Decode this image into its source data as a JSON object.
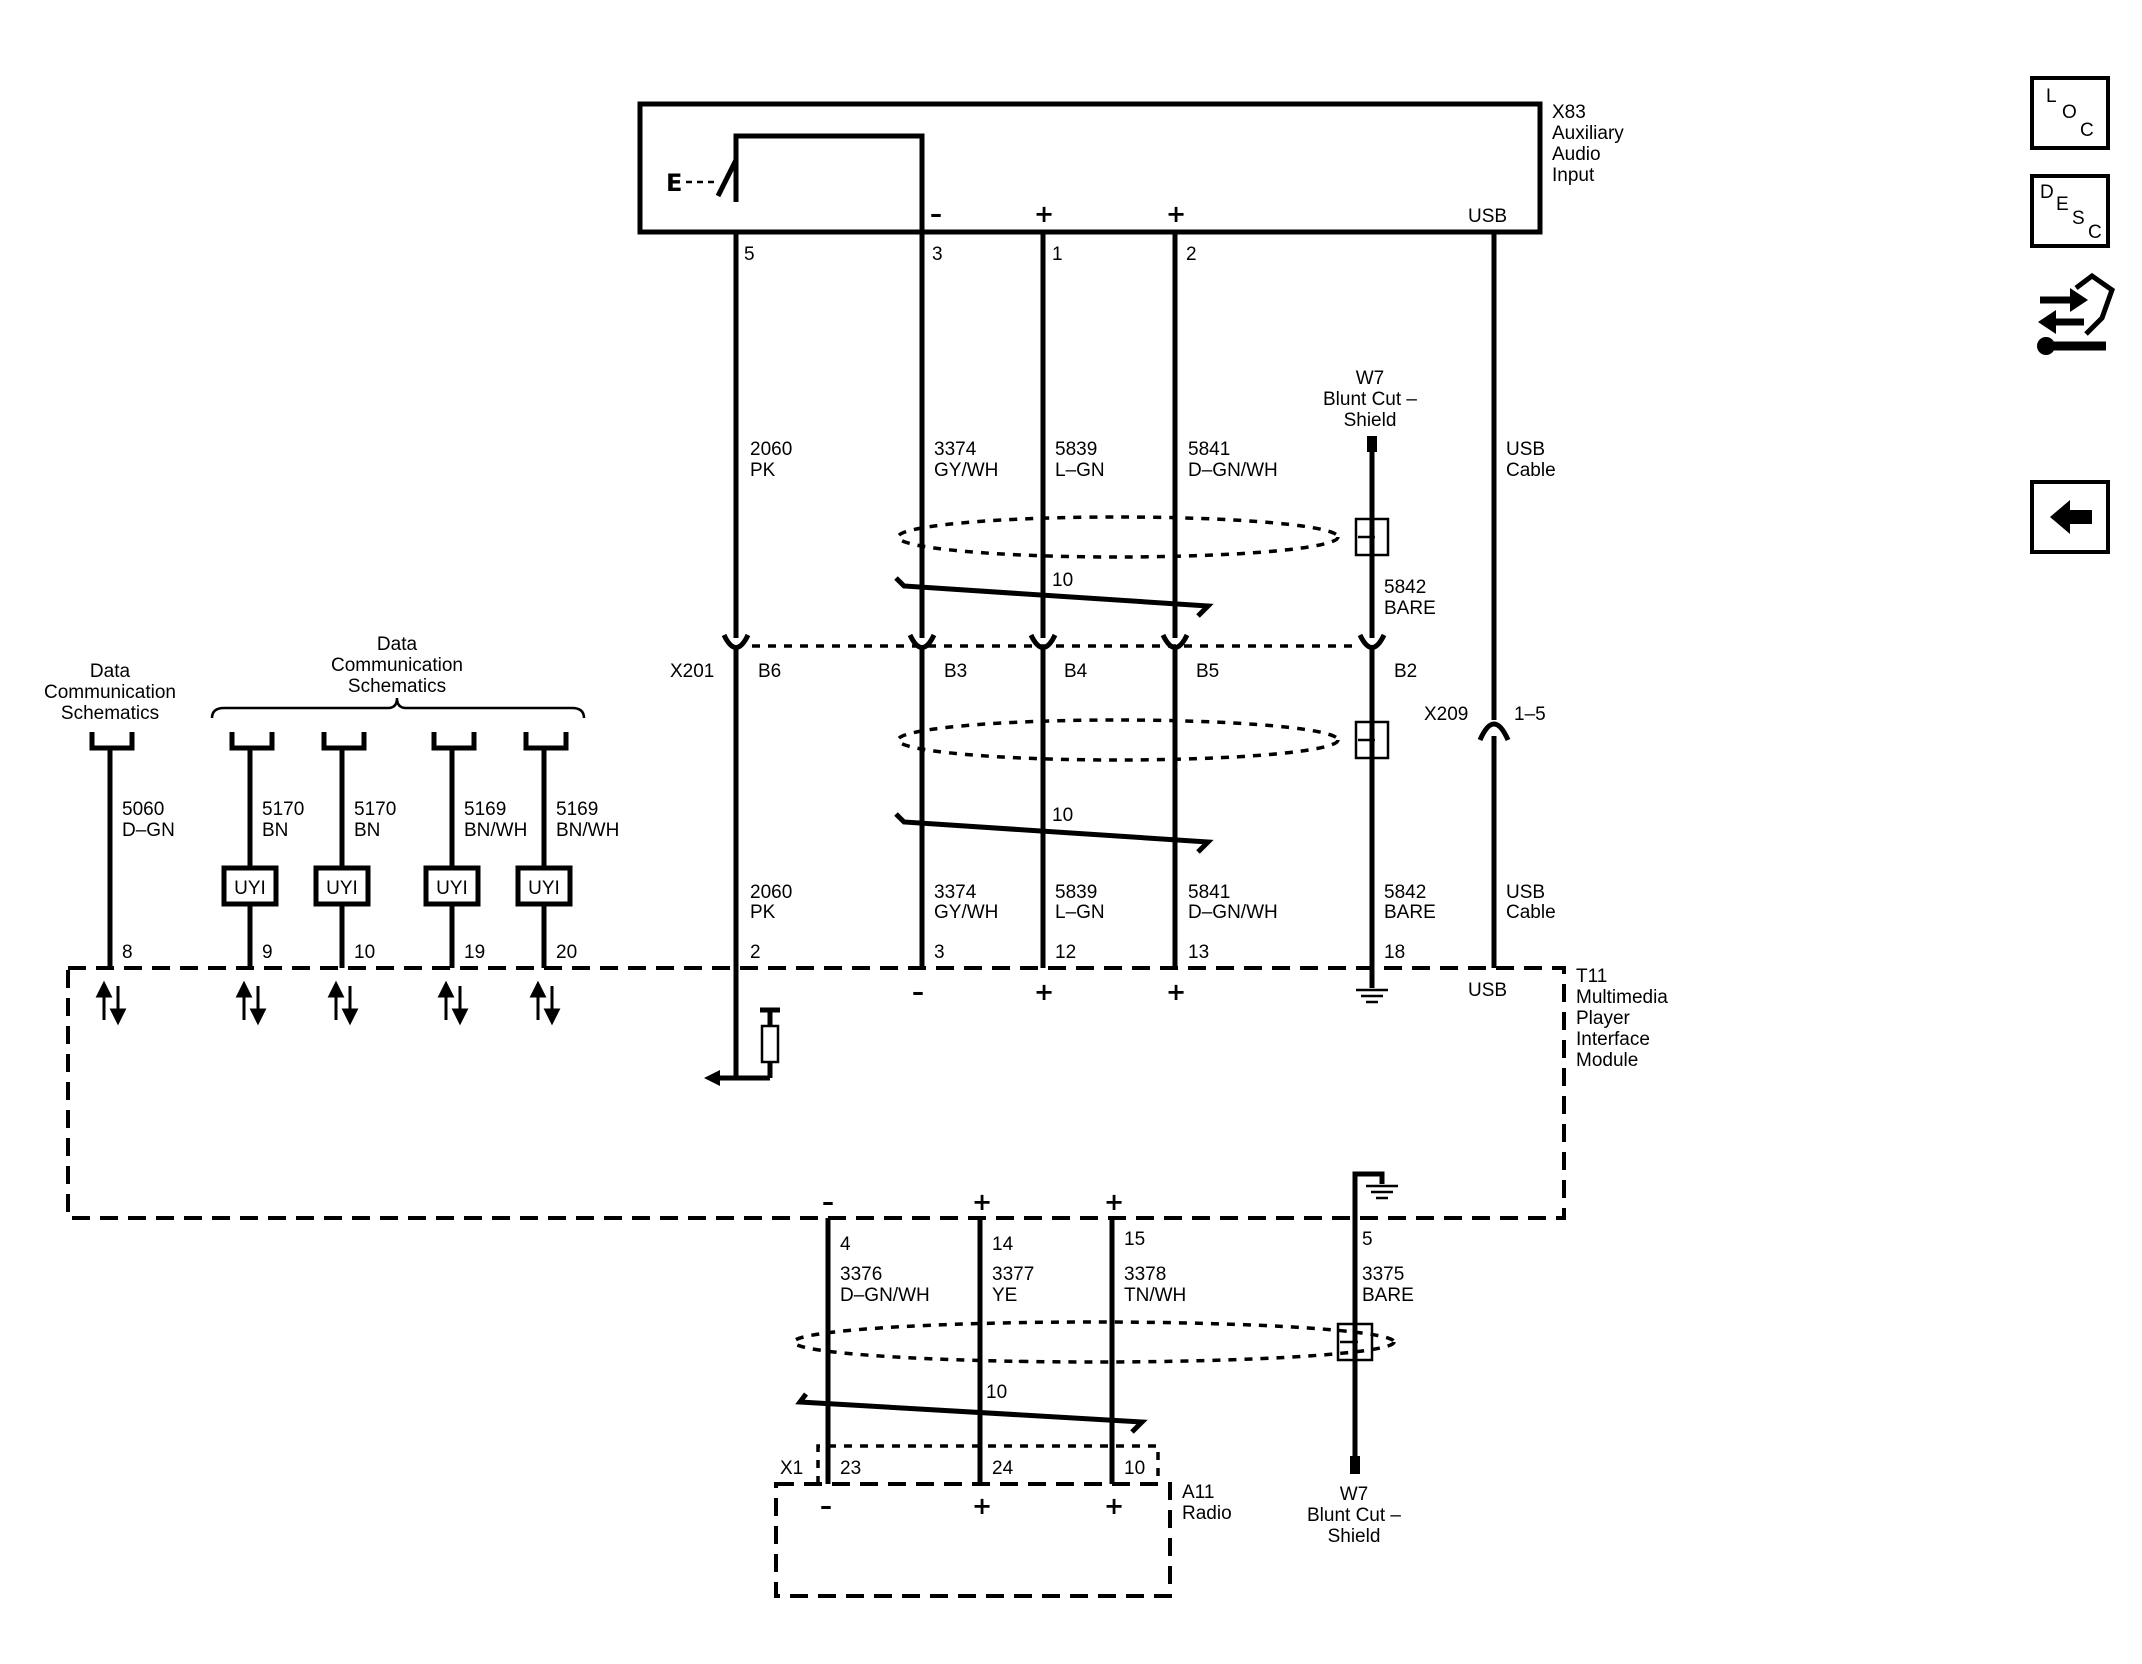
{
  "x83": {
    "id": "X83",
    "line1": "Auxiliary",
    "line2": "Audio",
    "line3": "Input",
    "usb": "USB",
    "switch": "E",
    "pins": [
      "5",
      "3",
      "1",
      "2"
    ],
    "polarity": [
      "–",
      "+",
      "+"
    ]
  },
  "t11": {
    "id": "T11",
    "line1": "Multimedia",
    "line2": "Player",
    "line3": "Interface",
    "line4": "Module",
    "usb": "USB",
    "pins": [
      "8",
      "9",
      "10",
      "19",
      "20",
      "2",
      "3",
      "12",
      "13",
      "18"
    ],
    "pin5": "5",
    "bottom_pins": [
      "4",
      "14",
      "15"
    ],
    "polarity": [
      "–",
      "+",
      "+"
    ],
    "bottom_polarity": [
      "–",
      "+",
      "+"
    ]
  },
  "a11": {
    "id": "A11",
    "name": "Radio",
    "connector": "X1",
    "pins": [
      "23",
      "24",
      "10"
    ],
    "polarity": [
      "–",
      "+",
      "+"
    ]
  },
  "w7_top": {
    "id": "W7",
    "line1": "Blunt Cut –",
    "line2": "Shield"
  },
  "w7_bottom": {
    "id": "W7",
    "line1": "Blunt Cut –",
    "line2": "Shield"
  },
  "x201": {
    "id": "X201",
    "pins": [
      "B6",
      "B3",
      "B4",
      "B5",
      "B2"
    ]
  },
  "x209": {
    "id": "X209",
    "pins": "1–5"
  },
  "dcs_single": {
    "line1": "Data",
    "line2": "Communication",
    "line3": "Schematics"
  },
  "dcs_group": {
    "line1": "Data",
    "line2": "Communication",
    "line3": "Schematics"
  },
  "uyi": "UYI",
  "twist": "10",
  "wires_upper": [
    {
      "circuit": "2060",
      "color": "PK"
    },
    {
      "circuit": "3374",
      "color": "GY/WH"
    },
    {
      "circuit": "5839",
      "color": "L–GN"
    },
    {
      "circuit": "5841",
      "color": "D–GN/WH"
    },
    {
      "circuit": "5842",
      "color": "BARE"
    },
    {
      "circuit": "USB",
      "color": "Cable"
    }
  ],
  "wires_lower": [
    {
      "circuit": "2060",
      "color": "PK"
    },
    {
      "circuit": "3374",
      "color": "GY/WH"
    },
    {
      "circuit": "5839",
      "color": "L–GN"
    },
    {
      "circuit": "5841",
      "color": "D–GN/WH"
    },
    {
      "circuit": "5842",
      "color": "BARE"
    },
    {
      "circuit": "USB",
      "color": "Cable"
    }
  ],
  "data_wires": [
    {
      "circuit": "5060",
      "color": "D–GN"
    },
    {
      "circuit": "5170",
      "color": "BN"
    },
    {
      "circuit": "5170",
      "color": "BN"
    },
    {
      "circuit": "5169",
      "color": "BN/WH"
    },
    {
      "circuit": "5169",
      "color": "BN/WH"
    }
  ],
  "radio_wires": [
    {
      "circuit": "3376",
      "color": "D–GN/WH"
    },
    {
      "circuit": "3377",
      "color": "YE"
    },
    {
      "circuit": "3378",
      "color": "TN/WH"
    },
    {
      "circuit": "3375",
      "color": "BARE"
    }
  ],
  "side_buttons": {
    "loc": [
      "L",
      "O",
      "C"
    ],
    "desc": [
      "D",
      "E",
      "S",
      "C"
    ]
  }
}
